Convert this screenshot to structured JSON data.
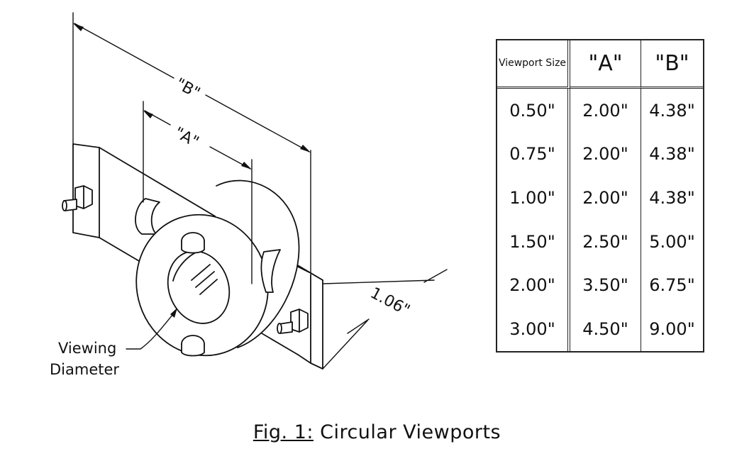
{
  "labels": {
    "dim_b": "\"B\"",
    "dim_a": "\"A\"",
    "dim_thickness": "1.06\"",
    "viewing_line1": "Viewing",
    "viewing_line2": "Diameter"
  },
  "table": {
    "headers": [
      "Viewport Size",
      "\"A\"",
      "\"B\""
    ],
    "rows": [
      [
        "0.50\"",
        "2.00\"",
        "4.38\""
      ],
      [
        "0.75\"",
        "2.00\"",
        "4.38\""
      ],
      [
        "1.00\"",
        "2.00\"",
        "4.38\""
      ],
      [
        "1.50\"",
        "2.50\"",
        "5.00\""
      ],
      [
        "2.00\"",
        "3.50\"",
        "6.75\""
      ],
      [
        "3.00\"",
        "4.50\"",
        "9.00\""
      ]
    ]
  },
  "caption": {
    "prefix": "Fig. 1:",
    "text": "Circular Viewports"
  }
}
